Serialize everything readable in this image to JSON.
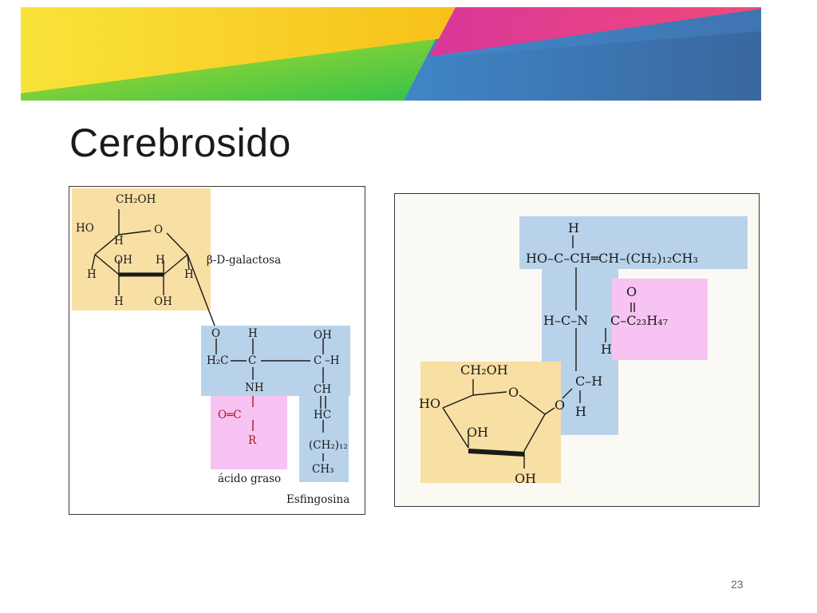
{
  "slide": {
    "title": "Cerebrosido",
    "page_number": "23"
  },
  "left_figure": {
    "galactose": {
      "ch2oh": "CH₂OH",
      "ho": "HO",
      "o_ring": "O",
      "h_top": "H",
      "oh_mid": "OH",
      "h_mid": "H",
      "h_left": "H",
      "h_right": "H",
      "h_bottom": "H",
      "oh_bottom": "OH",
      "label": "β-D-galactosa"
    },
    "sphingosine": {
      "o_link": "O",
      "h_top": "H",
      "oh_top": "OH",
      "h2c": "H₂C",
      "c1": "C",
      "c2": "C",
      "h_right": "–H",
      "nh": "NH",
      "ch": "CH",
      "hc": "HC",
      "ch2_12": "(CH₂)₁₂",
      "ch3": "CH₃",
      "label": "Esfingosina"
    },
    "fatty_acid": {
      "o_eq_c": "O═C",
      "r": "R",
      "label": "ácido graso"
    }
  },
  "right_figure": {
    "sphingosine": {
      "h_top": "H",
      "chain": "HO–C–CH═CH–(CH₂)₁₂CH₃",
      "h_c_n": "H–C–N",
      "h_n": "H",
      "c_h": "C–H",
      "h_bottom": "H"
    },
    "fatty_acid": {
      "o": "O",
      "acyl": "C–C₂₃H₄₇"
    },
    "galactose": {
      "ch2oh": "CH₂OH",
      "o_ring": "O",
      "ho": "HO",
      "oh_mid": "OH",
      "oh_bottom": "OH",
      "o_link": "O"
    }
  },
  "colors": {
    "sugar_highlight": "#f8dfa3",
    "sphingosine_highlight": "#b8d2ea",
    "fatty_acid_highlight": "#f7c3f2",
    "banner_yellow": "#f7d21e",
    "banner_orange": "#f7a11e",
    "banner_green": "#5ed23a",
    "banner_magenta": "#e4378c",
    "banner_blue": "#3a6fa8"
  }
}
